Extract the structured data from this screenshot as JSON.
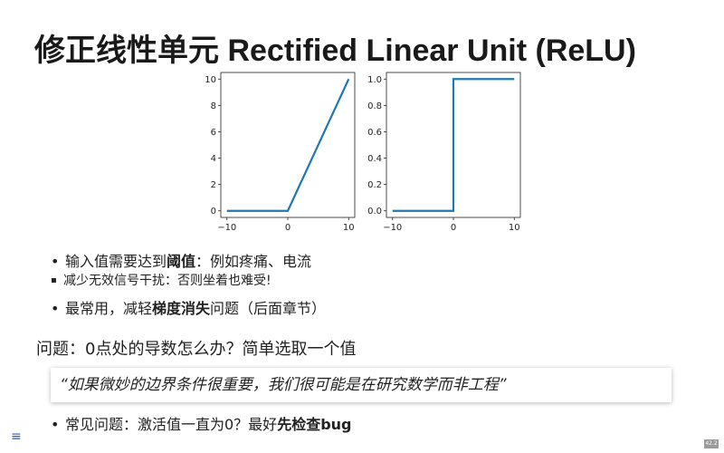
{
  "slide": {
    "title": "修正线性单元 Rectified Linear Unit (ReLU)",
    "bullets": [
      {
        "pre": "输入值需要达到",
        "bold": "阈值",
        "post": "：例如疼痛、电流"
      },
      {
        "pre": "最常用，减轻",
        "bold": "梯度消失",
        "post": "问题（后面章节）"
      }
    ],
    "sub_bullets": [
      "减少无效信号干扰：否则坐着也难受!"
    ],
    "question": "问题：0点处的导数怎么办？简单选取一个值",
    "quote": "“如果微妙的边界条件很重要，我们很可能是在研究数学而非工程”",
    "bottom_bullet": {
      "pre": "常见问题：激活值一直为0？最好",
      "bold": "先检查bug"
    },
    "menu_icon": "≡",
    "page_number": "42.2"
  },
  "chart_data": [
    {
      "type": "line",
      "x": [
        -10,
        0,
        10
      ],
      "y": [
        0,
        0,
        10
      ],
      "xlim": [
        -11,
        11
      ],
      "ylim": [
        -0.5,
        10.5
      ],
      "xticks": [
        -10,
        0,
        10
      ],
      "xtick_labels": [
        "−10",
        "0",
        "10"
      ],
      "yticks": [
        0,
        2,
        4,
        6,
        8,
        10
      ],
      "ytick_labels": [
        "0",
        "2",
        "4",
        "6",
        "8",
        "10"
      ],
      "color": "#1f77b4",
      "grid": false
    },
    {
      "type": "line",
      "x": [
        -10,
        0,
        0,
        10
      ],
      "y": [
        0,
        0,
        1,
        1
      ],
      "xlim": [
        -11,
        11
      ],
      "ylim": [
        -0.05,
        1.05
      ],
      "xticks": [
        -10,
        0,
        10
      ],
      "xtick_labels": [
        "−10",
        "0",
        "10"
      ],
      "yticks": [
        0,
        0.2,
        0.4,
        0.6,
        0.8,
        1.0
      ],
      "ytick_labels": [
        "0.0",
        "0.2",
        "0.4",
        "0.6",
        "0.8",
        "1.0"
      ],
      "color": "#1f77b4",
      "grid": false
    }
  ]
}
